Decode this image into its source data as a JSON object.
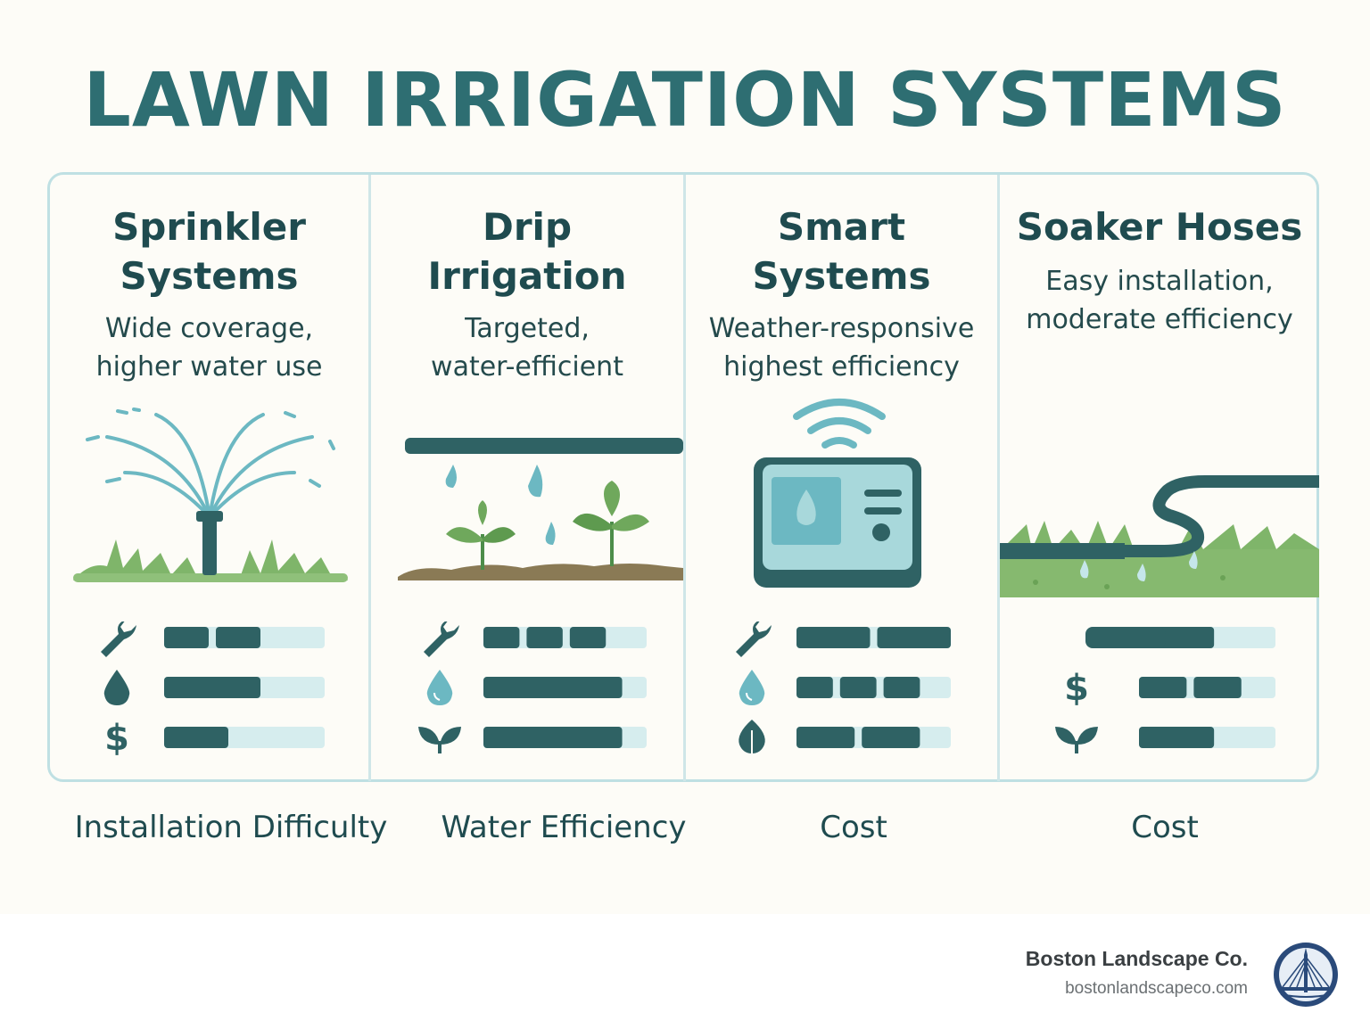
{
  "title": "LAWN IRRIGATION SYSTEMS",
  "columns": [
    {
      "title_line1": "Sprinkler",
      "title_line2": "Systems",
      "desc_line1": "Wide coverage,",
      "desc_line2": "higher water use",
      "bottom_label": "Installation Difficulty",
      "ratings": [
        {
          "icon": "wrench-icon",
          "level": 0.6
        },
        {
          "icon": "drop-icon",
          "level": 0.6
        },
        {
          "icon": "dollar-icon",
          "level": 0.4
        }
      ]
    },
    {
      "title_line1": "Drip",
      "title_line2": "Irrigation",
      "desc_line1": "Targeted,",
      "desc_line2": "water-efficient",
      "bottom_label": "Water Efficiency",
      "ratings": [
        {
          "icon": "wrench-icon",
          "level": 0.75
        },
        {
          "icon": "drop-icon",
          "level": 0.85
        },
        {
          "icon": "leaf-sprout-icon",
          "level": 0.85
        }
      ]
    },
    {
      "title_line1": "Smart",
      "title_line2": "Systems",
      "desc_line1": "Weather-responsive",
      "desc_line2": "highest efficiency",
      "bottom_label": "Cost",
      "ratings": [
        {
          "icon": "wrench-icon",
          "level": 1.0
        },
        {
          "icon": "drop-icon",
          "level": 0.8
        },
        {
          "icon": "leaf-icon",
          "level": 0.8
        }
      ]
    },
    {
      "title_line1": "Soaker Hoses",
      "title_line2": "",
      "desc_line1": "Easy installation,",
      "desc_line2": "moderate efficiency",
      "bottom_label": "Cost",
      "ratings": [
        {
          "icon": "hose-icon",
          "level": 0.55
        },
        {
          "icon": "dollar-icon",
          "level": 0.75
        },
        {
          "icon": "leaf-sprout-icon",
          "level": 0.55
        }
      ]
    }
  ],
  "footer": {
    "brand_name": "Boston Landscape Co.",
    "brand_url": "bostonlandscapeco.com"
  },
  "colors": {
    "accent": "#2e6e72",
    "bar_dark": "#2f6264",
    "bar_light": "#d6edee",
    "grass": "#7fb56a",
    "water": "#6cb8c2"
  }
}
